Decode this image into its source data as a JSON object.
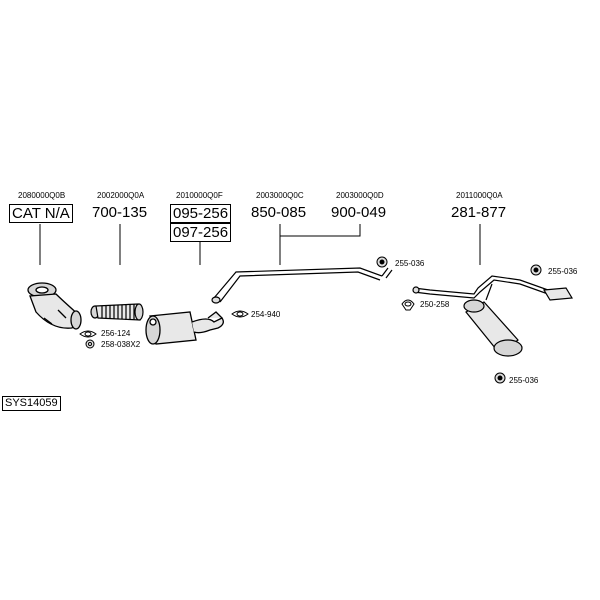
{
  "system_id": "SYS14059",
  "groups": [
    {
      "code": "2080000Q0B",
      "parts": [
        "CAT N/A"
      ]
    },
    {
      "code": "2002000Q0A",
      "parts": [
        "700-135"
      ]
    },
    {
      "code": "2010000Q0F",
      "parts": [
        "095-256",
        "097-256"
      ]
    },
    {
      "code": "2003000Q0C",
      "parts": [
        "850-085"
      ]
    },
    {
      "code": "2003000Q0D",
      "parts": [
        "900-049"
      ]
    },
    {
      "code": "2011000Q0A",
      "parts": [
        "281-877"
      ]
    }
  ],
  "accessories": [
    "256-124",
    "258-038X2",
    "254-940",
    "255-036",
    "250-258",
    "255-036",
    "255-036"
  ]
}
